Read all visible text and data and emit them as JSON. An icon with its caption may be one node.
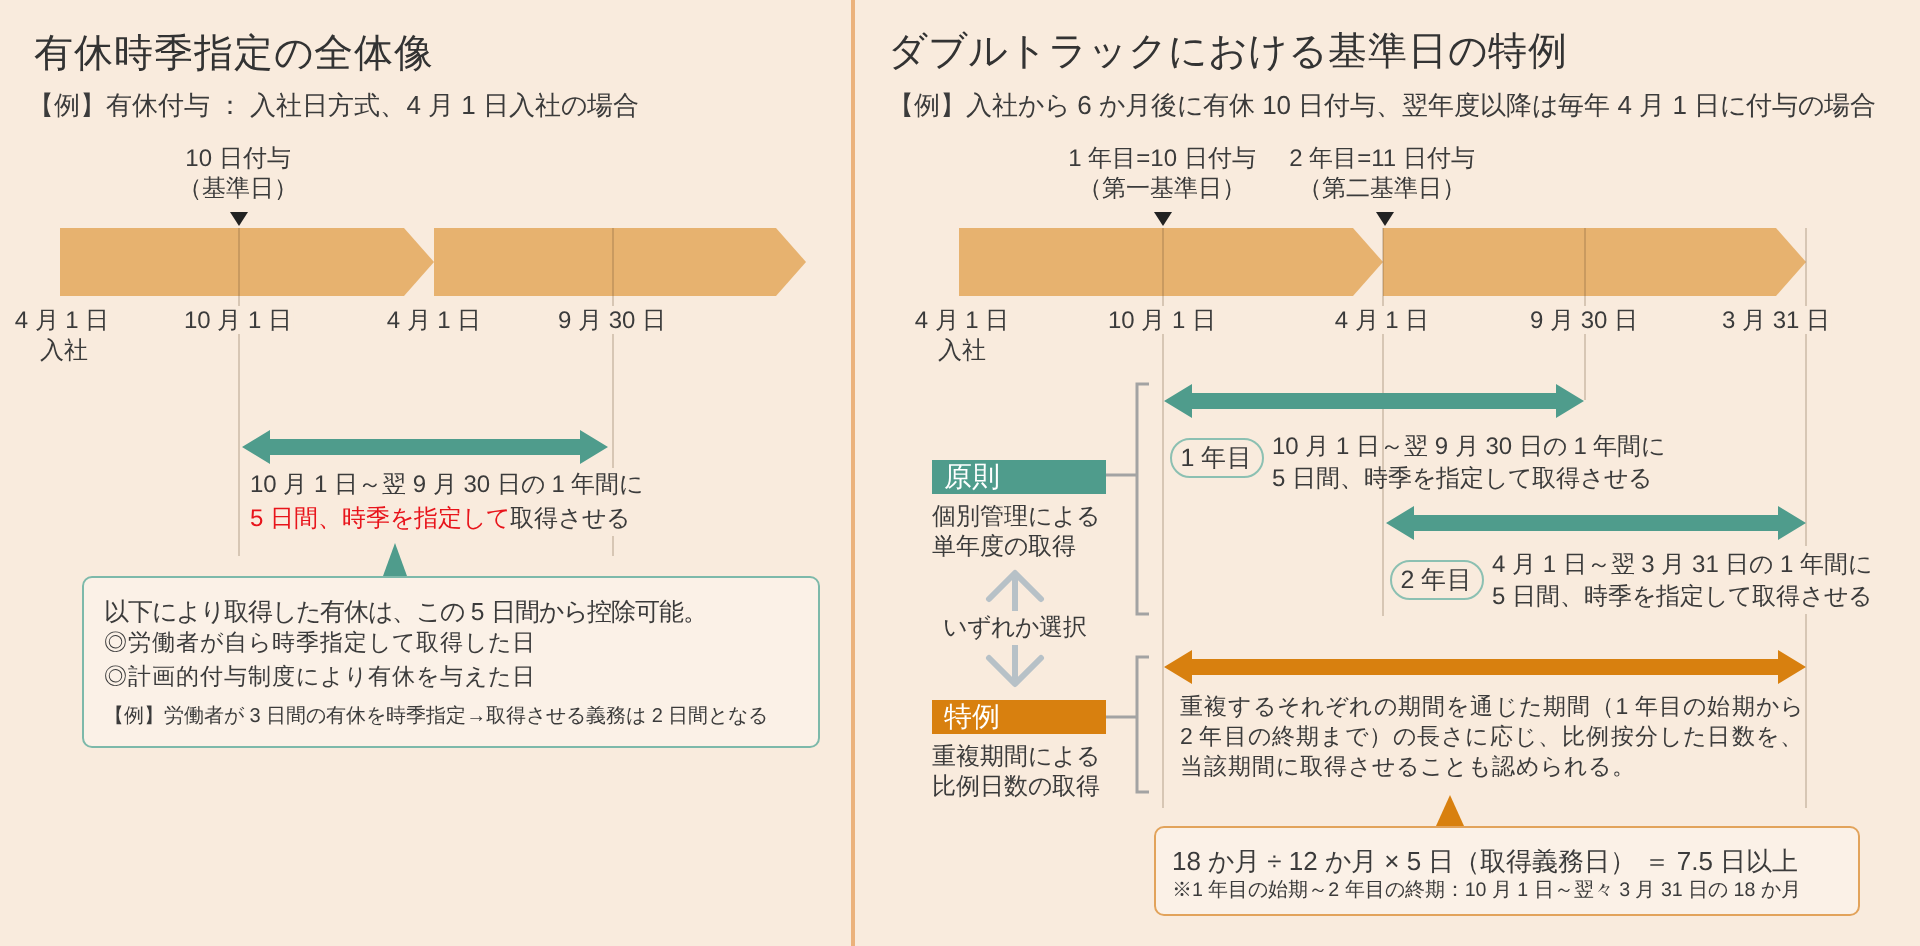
{
  "diagram": {
    "nodes": [
      {
        "text": [],
        "shape": "arrow"
      },
      {
        "text": [
          "10 月 1 日～翌 9 月 30 日の 1 年間に**5 日間、時季を指定して**取得させる"
        ]
      },
      {
        "text": [
          "以下により取得した有休は、この 5 日間から控除可能。",
          "◎労働者が自ら時季指定して取得した日",
          "◎計画的付与制度により有休を与えた日",
          "【例】労働者が 3 日間の有休を時季指定→取得させる義務は 2 日間となる"
        ]
      },
      {
        "text": [
          "原則",
          "個別管理による単年度の取得"
        ]
      },
      {
        "text": [],
        "shape": "arrow"
      },
      {
        "text": [
          "1 年目"
        ],
        "beside": [
          "10 月 1 日～翌 9 月 30 日の 1 年間に5 日間、時季を指定して取得させる"
        ]
      },
      {
        "text": [],
        "shape": "arrow"
      },
      {
        "text": [
          "2 年目"
        ],
        "beside": [
          "4 月 1 日～翌 3 月 31 日の 1 年間に5 日間、時季を指定して取得させる"
        ]
      },
      {
        "text": [
          "特例",
          "重複期間による比例日数の取得"
        ]
      },
      {
        "text": [],
        "shape": "arrow"
      },
      {
        "text": [
          "重複するそれぞれの期間を通じた期間（1 年目の始期から2 年目の終期まで）の長さに応じ、比例按分した日数を、当該期間に取得させることも認められる。"
        ]
      },
      {
        "text": [
          "18 か月 ÷ 12 か月 × 5 日（取得義務日） ＝ 7.5 日以上",
          "※1 年目の始期～2 年目の終期：10 月 1 日～翌々 3 月 31 日の 18 か月"
        ]
      }
    ],
    "edges": [
      {
        "from": 2,
        "to": 1,
        "arrow": "to",
        "color": "#4f9c8c"
      },
      {
        "from": 3,
        "to": 8,
        "arrow": "both",
        "label": "いずれか選択",
        "color": "#b7c1c7"
      },
      {
        "from": 11,
        "to": 10,
        "arrow": "to",
        "color": "#d8800f"
      }
    ],
    "labels": [
      "有休時季指定の全体像",
      "【例】有休付与 ： 入社日方式、4 月 1 日入社の場合",
      "10 日付与（基準日）",
      "4 月 1 日",
      "入社",
      "10 月 1 日",
      "4 月 1 日",
      "9 月 30 日",
      "ダブルトラックにおける基準日の特例",
      "【例】入社から 6 か月後に有休 10 日付与、翌年度以降は毎年 4 月 1 日に付与の場合",
      "1 年目=10 日付与（第一基準日）",
      "2 年目=11 日付与（第二基準日）",
      "4 月 1 日",
      "入社",
      "10 月 1 日",
      "4 月 1 日",
      "9 月 30 日",
      "3 月 31 日"
    ]
  }
}
